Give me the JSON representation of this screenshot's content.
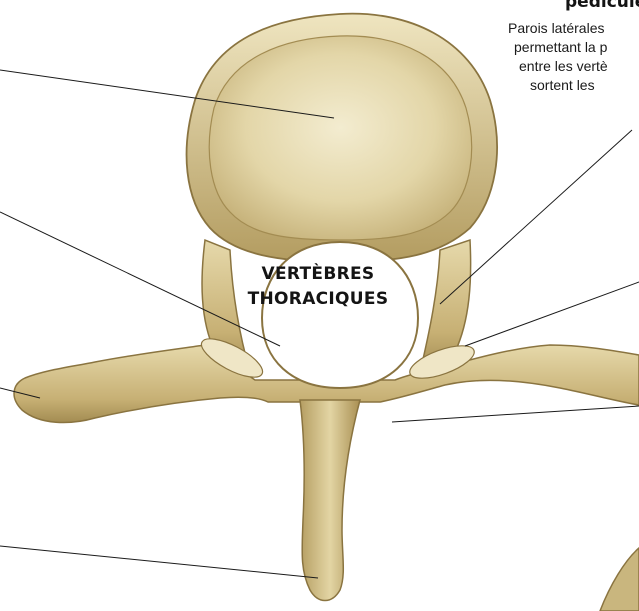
{
  "center_label": {
    "line1": "VERTÈBRES",
    "line2": "THORACIQUES"
  },
  "pedicule": {
    "title": "pédicule",
    "desc_lines": [
      "Parois latérales",
      "permettant la p",
      "entre les vertè",
      "sortent les"
    ]
  },
  "colors": {
    "bone_light": "#e9dfb8",
    "bone_mid": "#c9b67e",
    "bone_dark": "#8a7440",
    "leader_line": "#1a1a1a",
    "text": "#141414"
  }
}
